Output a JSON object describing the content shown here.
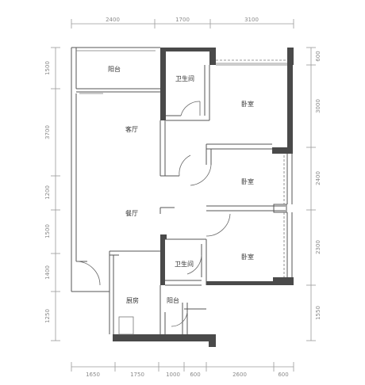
{
  "dimensions": {
    "top": [
      "2400",
      "1700",
      "3100"
    ],
    "bottom": [
      "1650",
      "1750",
      "1000",
      "600",
      "2600",
      "600"
    ],
    "left": [
      "1500",
      "3700",
      "1200",
      "1500",
      "1400",
      "1250"
    ],
    "right": [
      "600",
      "3000",
      "2400",
      "2300",
      "1550"
    ]
  },
  "rooms": {
    "balcony_top": "阳台",
    "bathroom_top": "卫生间",
    "bedroom_top": "卧室",
    "living_room": "客厅",
    "bedroom_middle": "卧室",
    "dining_room": "餐厅",
    "bathroom_bottom": "卫生间",
    "bedroom_bottom": "卧室",
    "kitchen": "厨房",
    "balcony_bottom": "阳台"
  },
  "colors": {
    "wall": "#4a4a4a",
    "thin_wall": "#555555",
    "window": "#777777",
    "dimension": "#8a8a8a",
    "text": "#333333"
  }
}
